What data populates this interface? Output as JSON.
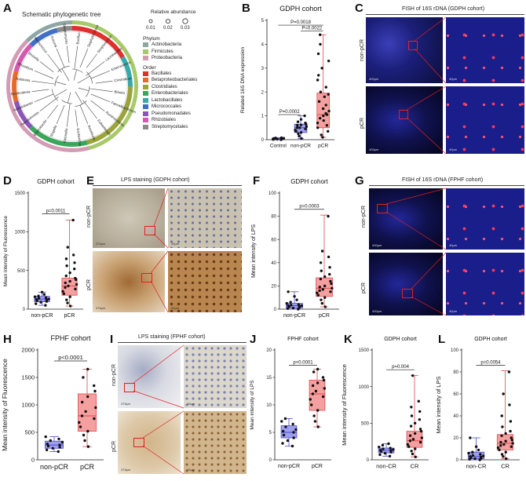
{
  "panel_letters": [
    "A",
    "B",
    "C",
    "D",
    "E",
    "F",
    "G",
    "H",
    "I",
    "J",
    "K",
    "L"
  ],
  "panelA": {
    "title": "Schematic phylogenetic tree",
    "abundance_title": "Relative abundance",
    "abundance_values": [
      "0.01",
      "0.02",
      "0.03"
    ],
    "phylum_title": "Phylum",
    "phylum": [
      {
        "name": "Actinobacteria",
        "color": "#8fa7a3"
      },
      {
        "name": "Firmicutes",
        "color": "#a7c96b"
      },
      {
        "name": "Proteobacteria",
        "color": "#d49bb5"
      }
    ],
    "order_title": "Order",
    "order": [
      {
        "name": "Bacillales",
        "color": "#e0302e"
      },
      {
        "name": "Betaproteobacteriales",
        "color": "#e56b2c"
      },
      {
        "name": "Clostridiales",
        "color": "#9aa43a"
      },
      {
        "name": "Enterobacteriales",
        "color": "#3aa65a"
      },
      {
        "name": "Lactobacillales",
        "color": "#36a9a8"
      },
      {
        "name": "Micrococcales",
        "color": "#3f6fc4"
      },
      {
        "name": "Pseudomonadales",
        "color": "#8a55b8"
      },
      {
        "name": "Rhizobiales",
        "color": "#d45ab0"
      },
      {
        "name": "Streptomycetales",
        "color": "#8a8a8a"
      }
    ],
    "taxa": [
      "Bacillus",
      "Staphylococcus",
      "Streptococcus",
      "Lactobacillus",
      "Enterococcus",
      "Clostridium",
      "Blautia",
      "Faecalibacterium",
      "Ruminococcus",
      "Eubacterium",
      "Roseburia",
      "Escherichia",
      "Klebsiella",
      "Shigella",
      "Enterobacter",
      "Pseudomonas",
      "Acinetobacter",
      "Burkholderia",
      "Ralstonia",
      "Rhizobium",
      "Brucella",
      "Micrococcus",
      "Kocuria",
      "Streptomyces"
    ]
  },
  "fish_gdph": {
    "title": "FISH of 16S rDNA (GDPH cohort)",
    "row1": "non-pCR",
    "row2": "pCR",
    "scale_left": "400μm",
    "scale_right": "40μm"
  },
  "lps_gdph": {
    "title": "LPS staining (GDPH cohort)",
    "row1": "non-pCR",
    "row2": "pCR",
    "scale_left": "375μm",
    "scale_right": "40μm"
  },
  "fish_fphf": {
    "title": "FISH of 16S rDNA (FPHF cohort)",
    "row1": "non-pCR",
    "row2": "pCR",
    "scale_left": "400μm",
    "scale_right": "40μm"
  },
  "lps_fphf": {
    "title": "LPS staining (FPHF cohort)",
    "row1": "non-pCR",
    "row2": "pCR",
    "scale_left": "375μm",
    "scale_right": "40μm"
  },
  "chart_data": [
    {
      "id": "B",
      "type": "box",
      "title": "GDPH cohort",
      "ylabel": "Related 16S DNA expression",
      "categories": [
        "Control",
        "non-pCR",
        "pCR"
      ],
      "ylim": [
        0,
        5
      ],
      "yticks": [
        0,
        1,
        2,
        3,
        4,
        5
      ],
      "colors": [
        "#4a4ad0",
        "#4a4ad0",
        "#e04a4a"
      ],
      "box_fill": [
        "#c8c8f0",
        "#9fa0ec",
        "#f5a0a0"
      ],
      "boxes": [
        {
          "min": 0.0,
          "q1": 0.01,
          "median": 0.03,
          "q3": 0.06,
          "max": 0.08
        },
        {
          "min": 0.05,
          "q1": 0.3,
          "median": 0.5,
          "q3": 0.65,
          "max": 1.0
        },
        {
          "min": 0.1,
          "q1": 0.5,
          "median": 1.05,
          "q3": 1.95,
          "max": 4.4
        }
      ],
      "points": [
        [
          0.0,
          0.01,
          0.02,
          0.03,
          0.03,
          0.04,
          0.05,
          0.06,
          0.07,
          0.08
        ],
        [
          0.05,
          0.15,
          0.25,
          0.3,
          0.35,
          0.4,
          0.45,
          0.5,
          0.5,
          0.55,
          0.6,
          0.62,
          0.65,
          0.7,
          0.75,
          0.85,
          1.0
        ],
        [
          0.1,
          0.2,
          0.35,
          0.5,
          0.6,
          0.7,
          0.8,
          0.9,
          1.0,
          1.05,
          1.1,
          1.2,
          1.3,
          1.45,
          1.6,
          1.8,
          1.9,
          2.0,
          2.2,
          2.5,
          2.7,
          3.0,
          3.3,
          3.6,
          4.0,
          4.4
        ]
      ],
      "comparisons": [
        {
          "from": 0,
          "to": 1,
          "label": "P=0.0002",
          "level": 1.05
        },
        {
          "from": 1,
          "to": 2,
          "label": "P=0.0022",
          "level": 4.55
        },
        {
          "from": 0,
          "to": 2,
          "label": "P=0.0018",
          "level": 4.8
        }
      ]
    },
    {
      "id": "D",
      "type": "box",
      "title": "GDPH cohort",
      "ylabel": "Mean intensity of Fluorescence",
      "categories": [
        "non-pCR",
        "pCR"
      ],
      "ylim": [
        0,
        1500
      ],
      "yticks": [
        0,
        500,
        1000,
        1500
      ],
      "colors": [
        "#4a4ad0",
        "#e04a4a"
      ],
      "box_fill": [
        "#9fa0ec",
        "#f5a0a0"
      ],
      "boxes": [
        {
          "min": 50,
          "q1": 95,
          "median": 130,
          "q3": 165,
          "max": 220
        },
        {
          "min": 40,
          "q1": 180,
          "median": 300,
          "q3": 400,
          "max": 1150
        }
      ],
      "points": [
        [
          50,
          70,
          90,
          100,
          110,
          120,
          125,
          130,
          140,
          150,
          160,
          170,
          190,
          220
        ],
        [
          40,
          80,
          120,
          160,
          200,
          230,
          260,
          280,
          300,
          320,
          340,
          360,
          380,
          400,
          430,
          470,
          520,
          560,
          600,
          650,
          700,
          800,
          1150
        ]
      ],
      "comparisons": [
        {
          "from": 0,
          "to": 1,
          "label": "p=0.0011",
          "level": 1230
        }
      ]
    },
    {
      "id": "F",
      "type": "box",
      "title": "GDPH cohort",
      "ylabel": "Mean intensity of LPS",
      "categories": [
        "non-pCR",
        "pCR"
      ],
      "ylim": [
        0,
        100
      ],
      "yticks": [
        0,
        20,
        40,
        60,
        80,
        100
      ],
      "colors": [
        "#4a4ad0",
        "#e04a4a"
      ],
      "box_fill": [
        "#9fa0ec",
        "#f5a0a0"
      ],
      "boxes": [
        {
          "min": 0,
          "q1": 1,
          "median": 3,
          "q3": 5,
          "max": 15
        },
        {
          "min": 2,
          "q1": 11,
          "median": 18,
          "q3": 27,
          "max": 81
        }
      ],
      "points": [
        [
          0,
          0.5,
          1,
          1.5,
          2,
          2.5,
          3,
          3,
          3.5,
          4,
          5,
          6,
          8,
          11,
          15
        ],
        [
          2,
          5,
          8,
          10,
          12,
          14,
          15,
          16,
          17,
          18,
          19,
          20,
          22,
          24,
          26,
          28,
          30,
          33,
          36,
          40,
          45,
          50,
          80
        ]
      ],
      "comparisons": [
        {
          "from": 0,
          "to": 1,
          "label": "p=0.0003",
          "level": 86
        }
      ]
    },
    {
      "id": "H",
      "type": "box",
      "title": "FPHF cohort",
      "ylabel": "Mean intensity of Fluorescence",
      "categories": [
        "non-pCR",
        "pCR"
      ],
      "ylim": [
        0,
        2000
      ],
      "yticks": [
        0,
        500,
        1000,
        1500,
        2000
      ],
      "colors": [
        "#4a4ad0",
        "#e04a4a"
      ],
      "box_fill": [
        "#9fa0ec",
        "#f5a0a0"
      ],
      "boxes": [
        {
          "min": 150,
          "q1": 210,
          "median": 270,
          "q3": 340,
          "max": 420
        },
        {
          "min": 240,
          "q1": 520,
          "median": 800,
          "q3": 1200,
          "max": 1650
        }
      ],
      "points": [
        [
          150,
          180,
          210,
          230,
          250,
          270,
          290,
          320,
          350,
          380,
          420
        ],
        [
          240,
          350,
          450,
          520,
          600,
          680,
          750,
          800,
          880,
          950,
          1050,
          1150,
          1250,
          1350,
          1500,
          1650
        ]
      ],
      "comparisons": [
        {
          "from": 0,
          "to": 1,
          "label": "p<0.0001",
          "level": 1800
        }
      ]
    },
    {
      "id": "J",
      "type": "box",
      "title": "FPHF cohort",
      "ylabel": "Mean intensity of LPS",
      "categories": [
        "non-pCR",
        "pCR"
      ],
      "ylim": [
        0,
        20
      ],
      "yticks": [
        0,
        5,
        10,
        15,
        20
      ],
      "colors": [
        "#4a4ad0",
        "#e04a4a"
      ],
      "box_fill": [
        "#9fa0ec",
        "#f5a0a0"
      ],
      "boxes": [
        {
          "min": 2.5,
          "q1": 4,
          "median": 5,
          "q3": 6.2,
          "max": 7.5
        },
        {
          "min": 6,
          "q1": 9,
          "median": 12,
          "q3": 14.5,
          "max": 16.5
        }
      ],
      "points": [
        [
          2.5,
          3,
          3.5,
          4,
          4.5,
          5,
          5.2,
          5.5,
          6,
          6.5,
          7,
          7.5
        ],
        [
          6,
          7,
          8,
          9,
          10,
          11,
          11.5,
          12,
          12.5,
          13,
          13.5,
          14,
          14.5,
          15,
          16,
          16.5
        ]
      ],
      "comparisons": [
        {
          "from": 0,
          "to": 1,
          "label": "p<0.0001",
          "level": 17.2
        }
      ]
    },
    {
      "id": "K",
      "type": "box",
      "title": "GDPH cohort",
      "ylabel": "Mean intensity of Fluorescence",
      "categories": [
        "non-CR",
        "CR"
      ],
      "ylim": [
        0,
        1500
      ],
      "yticks": [
        0,
        500,
        1000,
        1500
      ],
      "colors": [
        "#4a4ad0",
        "#e04a4a"
      ],
      "box_fill": [
        "#9fa0ec",
        "#f5a0a0"
      ],
      "boxes": [
        {
          "min": 50,
          "q1": 95,
          "median": 130,
          "q3": 160,
          "max": 220
        },
        {
          "min": 40,
          "q1": 170,
          "median": 260,
          "q3": 390,
          "max": 1150
        }
      ],
      "points": [
        [
          50,
          70,
          90,
          105,
          115,
          125,
          130,
          140,
          150,
          160,
          175,
          200,
          220
        ],
        [
          40,
          80,
          120,
          150,
          180,
          210,
          240,
          260,
          280,
          300,
          330,
          360,
          390,
          420,
          460,
          500,
          550,
          600,
          660,
          720,
          800,
          1150
        ]
      ],
      "comparisons": [
        {
          "from": 0,
          "to": 1,
          "label": "p=0.004",
          "level": 1230
        }
      ]
    },
    {
      "id": "L",
      "type": "box",
      "title": "GDPH cohort",
      "ylabel": "Mean intensity of LPS",
      "categories": [
        "non-CR",
        "CR"
      ],
      "ylim": [
        0,
        100
      ],
      "yticks": [
        0,
        20,
        40,
        60,
        80,
        100
      ],
      "colors": [
        "#4a4ad0",
        "#e04a4a"
      ],
      "box_fill": [
        "#9fa0ec",
        "#f5a0a0"
      ],
      "boxes": [
        {
          "min": 0,
          "q1": 1,
          "median": 3,
          "q3": 7,
          "max": 20
        },
        {
          "min": 1,
          "q1": 9,
          "median": 15,
          "q3": 23,
          "max": 81
        }
      ],
      "points": [
        [
          0,
          0.5,
          1,
          1.5,
          2,
          2.5,
          3,
          3.5,
          4,
          5,
          6,
          7,
          9,
          12,
          20
        ],
        [
          1,
          3,
          5,
          7,
          9,
          11,
          12,
          13,
          14,
          15,
          16,
          17,
          18,
          20,
          22,
          24,
          26,
          30,
          35,
          40,
          50,
          60,
          80
        ]
      ],
      "comparisons": [
        {
          "from": 0,
          "to": 1,
          "label": "p=0.0054",
          "level": 86
        }
      ]
    }
  ]
}
